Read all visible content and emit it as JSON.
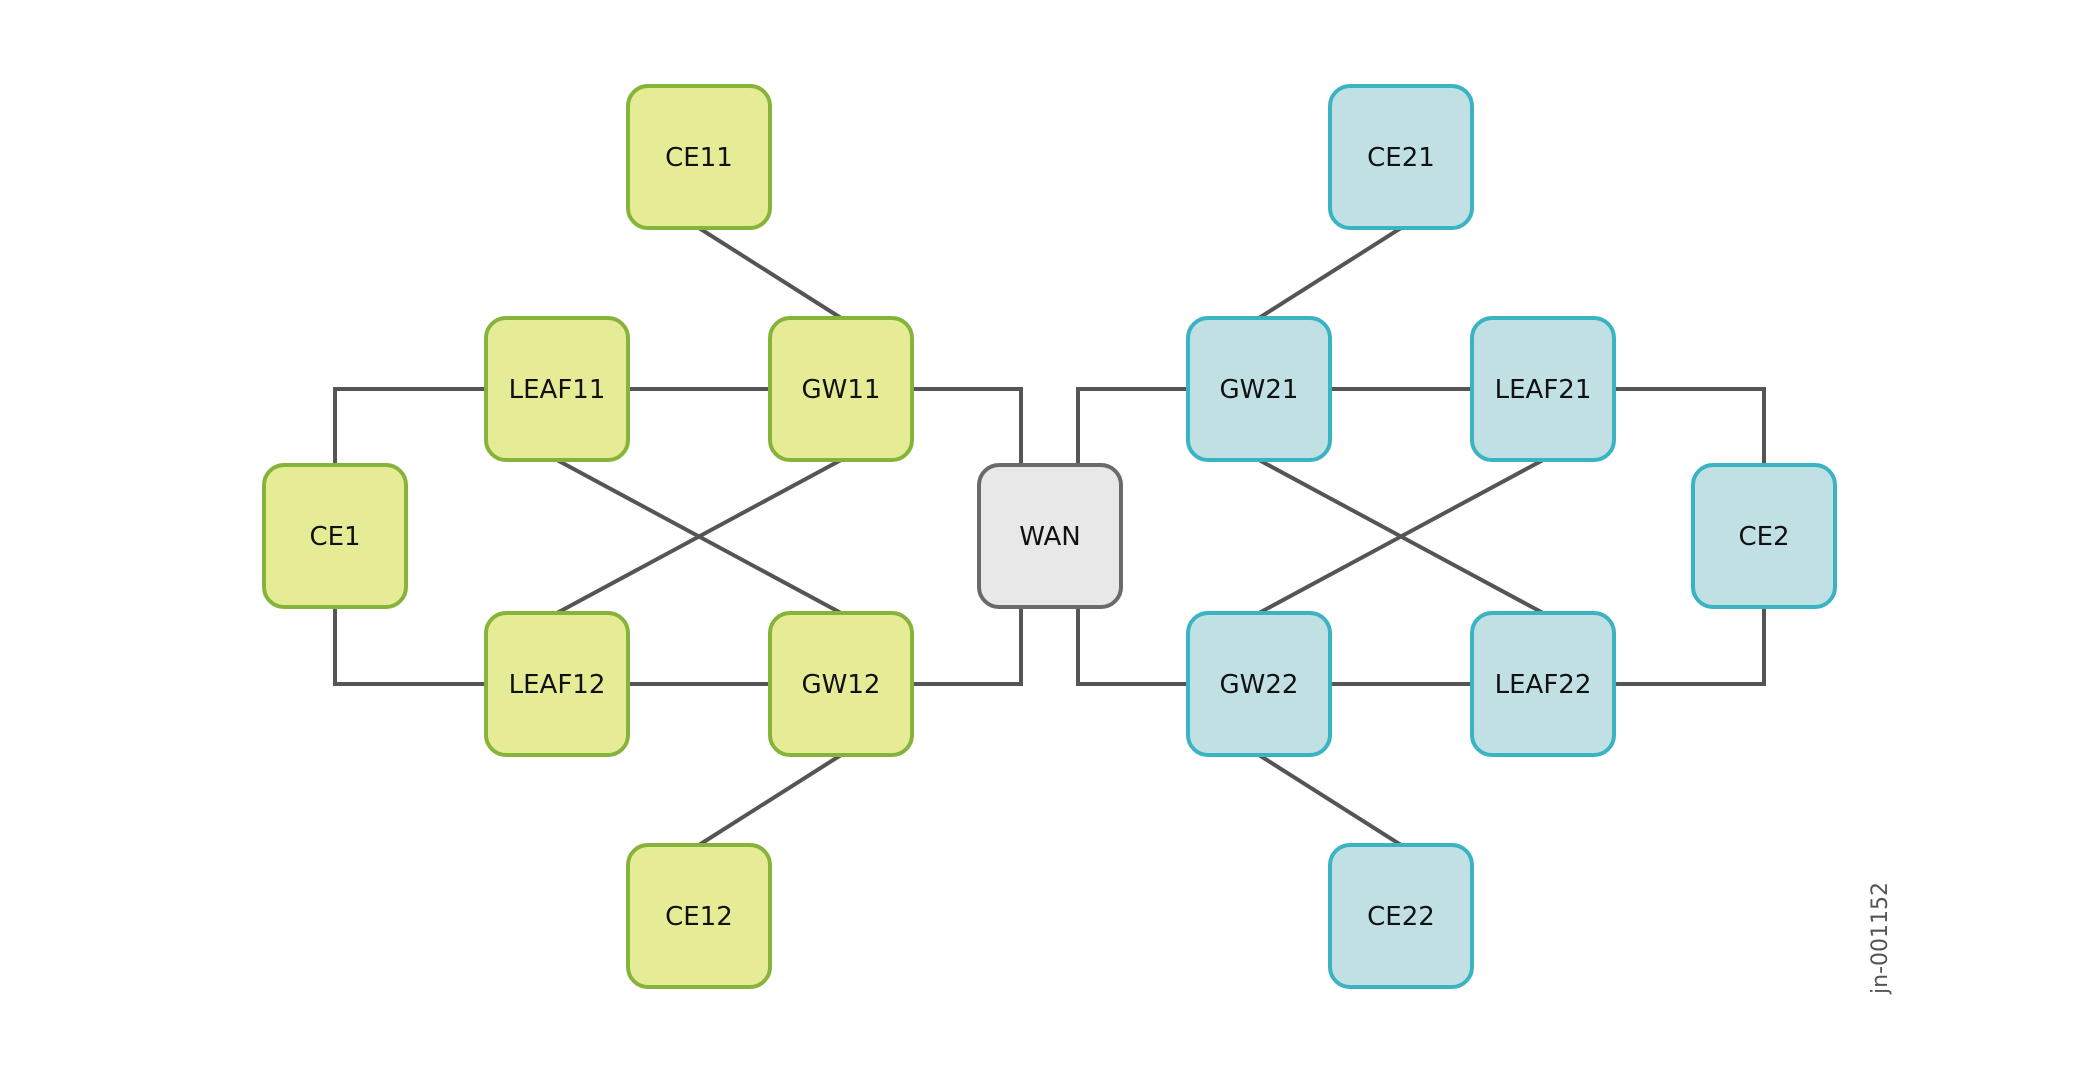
{
  "diagram": {
    "figure_id": "jn-001152",
    "styles": {
      "dc1": {
        "fill": "#E6EC96",
        "stroke": "#86B43A"
      },
      "dc2": {
        "fill": "#C0E0E4",
        "stroke": "#3AB3C3"
      },
      "wan": {
        "fill": "#E8E8E8",
        "stroke": "#6A6A6A"
      },
      "link_color": "#555555"
    },
    "nodes": [
      {
        "id": "CE11",
        "label": "CE11",
        "group": "dc1"
      },
      {
        "id": "LEAF11",
        "label": "LEAF11",
        "group": "dc1"
      },
      {
        "id": "GW11",
        "label": "GW11",
        "group": "dc1"
      },
      {
        "id": "CE1",
        "label": "CE1",
        "group": "dc1"
      },
      {
        "id": "LEAF12",
        "label": "LEAF12",
        "group": "dc1"
      },
      {
        "id": "GW12",
        "label": "GW12",
        "group": "dc1"
      },
      {
        "id": "CE12",
        "label": "CE12",
        "group": "dc1"
      },
      {
        "id": "WAN",
        "label": "WAN",
        "group": "wan"
      },
      {
        "id": "CE21",
        "label": "CE21",
        "group": "dc2"
      },
      {
        "id": "GW21",
        "label": "GW21",
        "group": "dc2"
      },
      {
        "id": "LEAF21",
        "label": "LEAF21",
        "group": "dc2"
      },
      {
        "id": "CE2",
        "label": "CE2",
        "group": "dc2"
      },
      {
        "id": "GW22",
        "label": "GW22",
        "group": "dc2"
      },
      {
        "id": "LEAF22",
        "label": "LEAF22",
        "group": "dc2"
      },
      {
        "id": "CE22",
        "label": "CE22",
        "group": "dc2"
      }
    ],
    "links": [
      [
        "CE11",
        "GW11"
      ],
      [
        "LEAF11",
        "GW11"
      ],
      [
        "LEAF12",
        "GW12"
      ],
      [
        "LEAF11",
        "GW12"
      ],
      [
        "GW11",
        "LEAF12"
      ],
      [
        "GW12",
        "CE12"
      ],
      [
        "CE1",
        "LEAF11"
      ],
      [
        "CE1",
        "LEAF12"
      ],
      [
        "GW11",
        "WAN"
      ],
      [
        "GW12",
        "WAN"
      ],
      [
        "WAN",
        "GW21"
      ],
      [
        "WAN",
        "GW22"
      ],
      [
        "CE21",
        "GW21"
      ],
      [
        "GW21",
        "LEAF21"
      ],
      [
        "GW22",
        "LEAF22"
      ],
      [
        "GW21",
        "LEAF22"
      ],
      [
        "LEAF21",
        "GW22"
      ],
      [
        "GW22",
        "CE22"
      ],
      [
        "LEAF21",
        "CE2"
      ],
      [
        "LEAF22",
        "CE2"
      ]
    ]
  }
}
